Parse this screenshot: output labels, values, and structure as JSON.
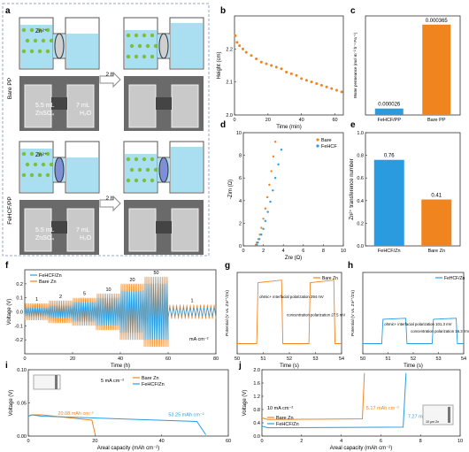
{
  "panel_labels": {
    "a": "a",
    "b": "b",
    "c": "c",
    "d": "d",
    "e": "e",
    "f": "f",
    "g": "g",
    "h": "h",
    "i": "i",
    "j": "j"
  },
  "schematic": {
    "arrow_time": "2 h",
    "ion_label": "Zn²⁺",
    "left_volume": "5.5 mL",
    "left_solution": "ZnSO₄",
    "right_volume": "7 mL",
    "right_solution": "H₂O",
    "row_label_top": "Bare PP",
    "row_label_bottom": "FeHCF/PP"
  },
  "colors": {
    "blue": "#2b9be0",
    "orange": "#f0841f",
    "gray": "#777777",
    "water": "#a9dff0"
  },
  "chart_data": [
    {
      "id": "b",
      "type": "scatter",
      "xlabel": "Time (min)",
      "ylabel": "Height (cm)",
      "xlim": [
        0,
        65
      ],
      "ylim": [
        2.0,
        2.3
      ],
      "xticks": [
        0,
        20,
        40,
        60
      ],
      "yticks": [
        2.0,
        2.1,
        2.2
      ],
      "x": [
        0.5,
        1.5,
        3,
        5,
        7,
        10,
        13,
        16,
        19,
        22,
        25,
        28,
        31,
        34,
        37,
        40,
        43,
        46,
        49,
        52,
        55,
        58,
        61,
        64
      ],
      "y": [
        2.24,
        2.22,
        2.21,
        2.2,
        2.19,
        2.18,
        2.17,
        2.16,
        2.155,
        2.15,
        2.145,
        2.14,
        2.13,
        2.125,
        2.12,
        2.11,
        2.105,
        2.1,
        2.095,
        2.09,
        2.085,
        2.08,
        2.075,
        2.07
      ]
    },
    {
      "id": "c",
      "type": "bar",
      "ylabel": "Water permeance (mol m⁻² h⁻¹ Pa⁻¹)",
      "categories": [
        "FeHCF/PP",
        "Bare PP"
      ],
      "values": [
        2.6e-05,
        0.000365
      ],
      "labels": [
        "0.000026",
        "0.000365"
      ],
      "ylim": [
        0,
        0.0004
      ]
    },
    {
      "id": "d",
      "type": "scatter",
      "xlabel": "Zre (Ω)",
      "ylabel": "-Zim (Ω)",
      "xlim": [
        0,
        10
      ],
      "ylim": [
        0,
        10
      ],
      "xticks": [
        0,
        2,
        4,
        6,
        8,
        10
      ],
      "yticks": [
        0,
        2,
        4,
        6,
        8,
        10
      ],
      "series": [
        {
          "name": "Bare",
          "x": [
            1.25,
            1.35,
            1.5,
            1.65,
            1.8,
            2.0,
            2.2,
            2.4,
            2.6,
            2.8,
            3.0,
            3.2
          ],
          "y": [
            0.1,
            0.3,
            0.6,
            1.0,
            1.6,
            2.4,
            3.3,
            4.3,
            5.4,
            6.6,
            7.9,
            9.2
          ]
        },
        {
          "name": "FeHCF",
          "x": [
            1.35,
            1.45,
            1.6,
            1.8,
            2.0,
            2.2,
            2.45,
            2.7,
            2.95,
            3.2,
            3.5,
            3.8
          ],
          "y": [
            0.1,
            0.3,
            0.6,
            1.0,
            1.5,
            2.2,
            3.0,
            3.9,
            4.9,
            6.0,
            7.2,
            8.5
          ]
        }
      ]
    },
    {
      "id": "e",
      "type": "bar",
      "ylabel": "Zn²⁺ transference number",
      "categories": [
        "FeHCF/Zn",
        "Bare Zn"
      ],
      "values": [
        0.76,
        0.41
      ],
      "labels": [
        "0.76",
        "0.41"
      ],
      "ylim": [
        0,
        1.0
      ],
      "yticks": [
        0,
        0.2,
        0.4,
        0.6,
        0.8,
        1.0
      ]
    },
    {
      "id": "f",
      "type": "line",
      "xlabel": "Time (h)",
      "ylabel": "Voltage (V)",
      "xlim": [
        0,
        80
      ],
      "ylim": [
        -0.3,
        0.3
      ],
      "xticks": [
        0,
        20,
        40,
        60,
        80
      ],
      "yticks": [
        -0.2,
        -0.1,
        0.0,
        0.1,
        0.2
      ],
      "unit_note": "mA cm⁻²",
      "series": [
        {
          "name": "FeHCF/Zn"
        },
        {
          "name": "Bare Zn"
        }
      ],
      "rate_steps": [
        {
          "start": 0,
          "end": 10,
          "rate": 1,
          "fe": 0.03,
          "bare": 0.06
        },
        {
          "start": 10,
          "end": 20,
          "rate": 2,
          "fe": 0.045,
          "bare": 0.08
        },
        {
          "start": 20,
          "end": 30,
          "rate": 5,
          "fe": 0.07,
          "bare": 0.1
        },
        {
          "start": 30,
          "end": 40,
          "rate": 10,
          "fe": 0.1,
          "bare": 0.13
        },
        {
          "start": 40,
          "end": 50,
          "rate": 20,
          "fe": 0.15,
          "bare": 0.2
        },
        {
          "start": 50,
          "end": 60,
          "rate": 50,
          "fe": 0.2,
          "bare": 0.25
        },
        {
          "start": 60,
          "end": 80,
          "rate": 1,
          "fe": 0.03,
          "bare": 0.05
        }
      ],
      "rate_labels": [
        "1",
        "2",
        "5",
        "10",
        "20",
        "50",
        "1"
      ]
    },
    {
      "id": "g",
      "type": "line",
      "xlabel": "Time (s)",
      "ylabel": "Potential (V vs. Zn²⁺/Zn)",
      "xlim": [
        50,
        54
      ],
      "ylim": [
        -0.05,
        0.35
      ],
      "xticks": [
        50,
        51,
        52,
        53,
        54
      ],
      "legend": "Bare Zn",
      "annotations": [
        "ohmic+ interfacial polarization 294 mV",
        "concentration polarization 27.5 mV"
      ]
    },
    {
      "id": "h",
      "type": "line",
      "xlabel": "Time (s)",
      "ylabel": "Potential (V vs. Zn²⁺/Zn)",
      "xlim": [
        50,
        54
      ],
      "ylim": [
        -0.05,
        0.35
      ],
      "xticks": [
        50,
        51,
        52,
        53,
        54
      ],
      "legend": "FeHCF/Zn",
      "annotations": [
        "ohmic+ interfacial polarization 101.3 mV",
        "concentration polarization 16.3 mV"
      ]
    },
    {
      "id": "i",
      "type": "line",
      "xlabel": "Areal capacity (mAh cm⁻²)",
      "ylabel": "Voltage (V)",
      "xlim": [
        0,
        60
      ],
      "ylim": [
        0,
        0.1
      ],
      "xticks": [
        0,
        20,
        40,
        60
      ],
      "yticks": [
        0.0,
        0.05,
        0.1
      ],
      "note": "5 mA cm⁻²",
      "series": [
        {
          "name": "Bare Zn",
          "end": 20.08,
          "label": "20.08 mAh cm⁻²"
        },
        {
          "name": "FeHCF/Zn",
          "end": 53.25,
          "label": "53.25 mAh cm⁻²"
        }
      ]
    },
    {
      "id": "j",
      "type": "line",
      "xlabel": "Areal capacity (mAh cm⁻²)",
      "ylabel": "Voltage (V)",
      "xlim": [
        0,
        10
      ],
      "ylim": [
        0,
        2.0
      ],
      "xticks": [
        0,
        2,
        4,
        6,
        8,
        10
      ],
      "yticks": [
        0.0,
        0.4,
        0.8,
        1.2,
        1.6,
        2.0
      ],
      "note": "10 mA cm⁻²",
      "inset_label": "10 μm Zn",
      "series": [
        {
          "name": "Bare Zn",
          "end": 5.17,
          "label": "5.17 mAh cm⁻²"
        },
        {
          "name": "FeHCF/Zn",
          "end": 7.27,
          "label": "7.27 mAh cm⁻²"
        }
      ]
    }
  ]
}
